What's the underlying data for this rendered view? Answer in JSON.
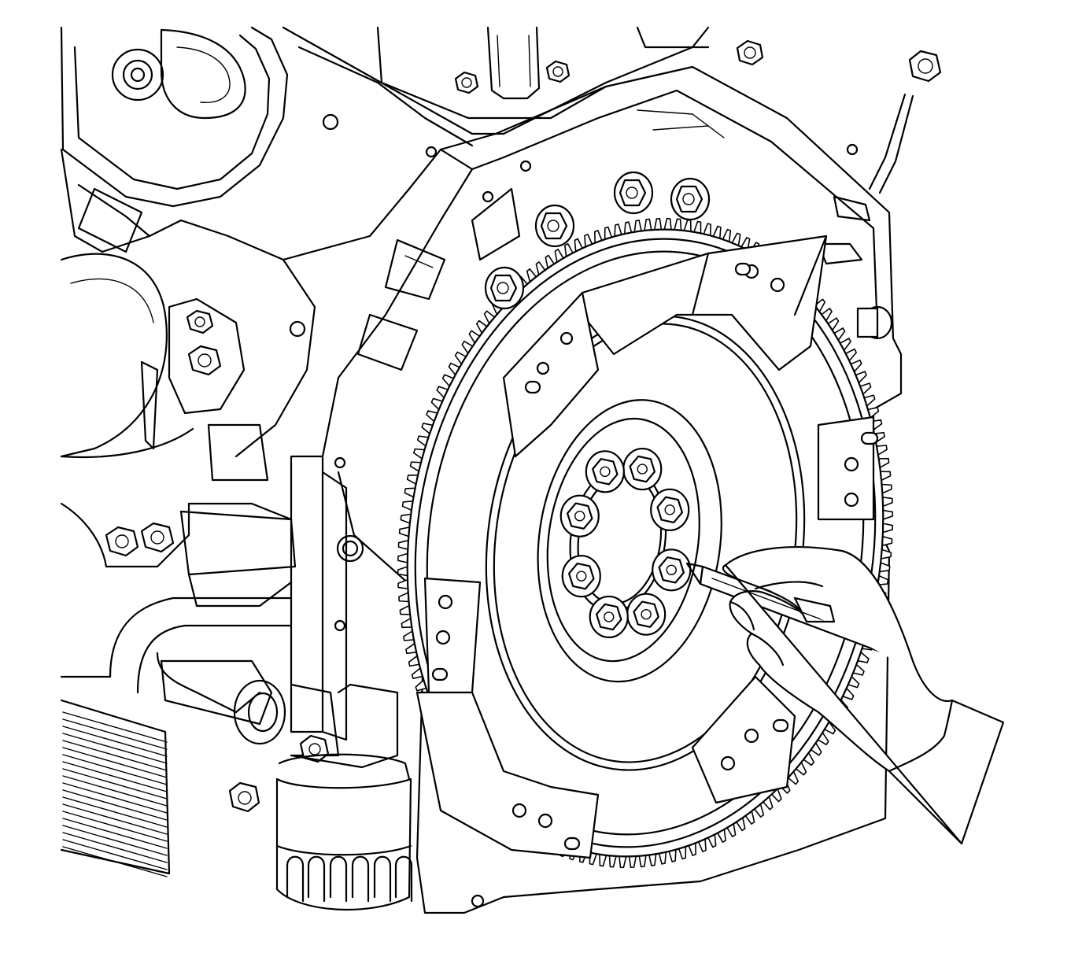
{
  "illustration": {
    "style": "black line-art technical illustration",
    "colors": {
      "line": "#000000",
      "background": "#ffffff"
    },
    "parts": {
      "engine_block": "engine-block-rear-face",
      "flywheel": "flywheel",
      "ring_gear": "starter-ring-gear",
      "ring_gear_teeth": 150,
      "flywheel_bolts": 8,
      "oil_filter": "oil-filter",
      "oil_cooler": "oil-cooler",
      "hand": "technician-hand",
      "tool": "marker-pen"
    }
  }
}
